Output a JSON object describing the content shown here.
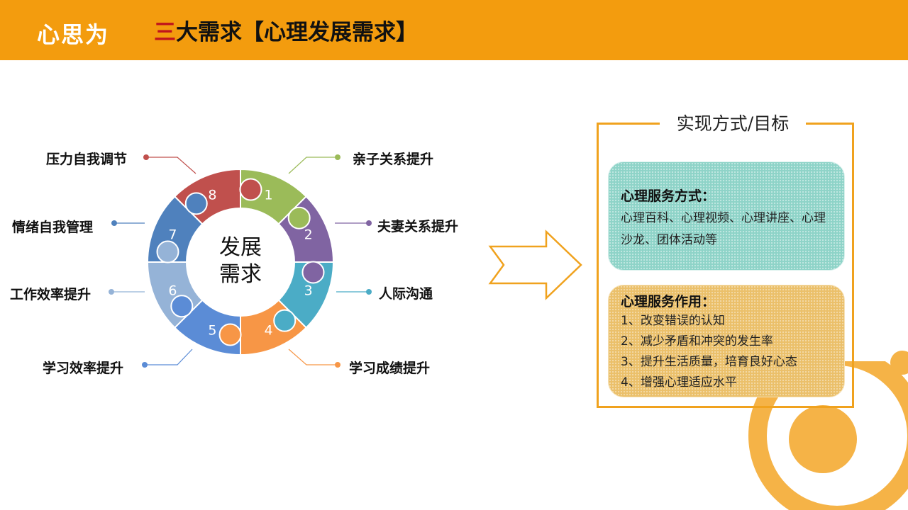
{
  "header": {
    "logo_text": "心思为",
    "title_prefix": "三",
    "title_rest": "大需求【心理发展需求】"
  },
  "diagram": {
    "center_line1": "发展",
    "center_line2": "需求",
    "segments": [
      {
        "number": "1",
        "color": "#9BBB59",
        "label": "亲子关系提升"
      },
      {
        "number": "2",
        "color": "#8064A2",
        "label": "夫妻关系提升"
      },
      {
        "number": "3",
        "color": "#4BACC6",
        "label": "人际沟通"
      },
      {
        "number": "4",
        "color": "#F79646",
        "label": "学习成绩提升"
      },
      {
        "number": "5",
        "color": "#5B8CD6",
        "label": "学习效率提升"
      },
      {
        "number": "6",
        "color": "#95B3D7",
        "label": "工作效率提升"
      },
      {
        "number": "7",
        "color": "#4F81BD",
        "label": "情绪自我管理"
      },
      {
        "number": "8",
        "color": "#C0504D",
        "label": "压力自我调节"
      }
    ]
  },
  "goals": {
    "title": "实现方式/目标",
    "methods_heading": "心理服务方式：",
    "methods_body": "心理百科、心理视频、心理讲座、心理沙龙、团体活动等",
    "effects_heading": "心理服务作用：",
    "effects": [
      "1、改变错误的认知",
      "2、减少矛盾和冲突的发生率",
      "3、提升生活质量，培育良好心态",
      "4、增强心理适应水平"
    ]
  },
  "colors": {
    "header_bg": "#F39C0E",
    "title_accent": "#C0141C",
    "frame": "#F0A21E",
    "methods_bg": "#8ED3C8",
    "effects_bg": "#EBC06A",
    "deco": "#F5B347"
  }
}
